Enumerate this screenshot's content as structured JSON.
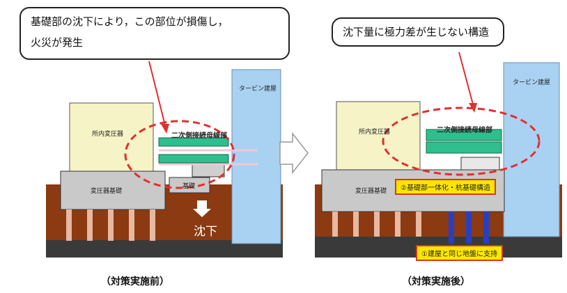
{
  "before": {
    "callout": "基礎部の沈下により，この部位が損傷し，火災が発生",
    "callout_line1": "基礎部の沈下により，この部位が損傷し，",
    "callout_line2": "火災が発生",
    "building": "タービン建屋",
    "transformer": "所内変圧器",
    "bus": "二次側接続母線部",
    "foundation": "変圧器基礎",
    "small_foundation": "基礎",
    "subsidence": "沈下",
    "caption": "（対策実施前）"
  },
  "after": {
    "callout": "沈下量に極力差が生じない構造",
    "building": "タービン建屋",
    "transformer": "所内変圧器",
    "bus": "二次側接続母線部",
    "foundation": "変圧器基礎",
    "note_foundation": "②基礎部一体化・杭基礎構造",
    "note_ground": "①建屋と同じ地盤に支持",
    "caption": "（対策実施後）"
  },
  "colors": {
    "soil": "#8b3a12",
    "bedrock": "#3a3a3a",
    "building": "#a9d1f2",
    "transformer": "#f6f3c7",
    "foundation": "#c9c9c9",
    "pile": "#e8b8a0",
    "pile_new": "#2a3fbf",
    "bus": "#2fbf8f",
    "dashed": "#e03030",
    "note_fill": "#ffe600"
  }
}
